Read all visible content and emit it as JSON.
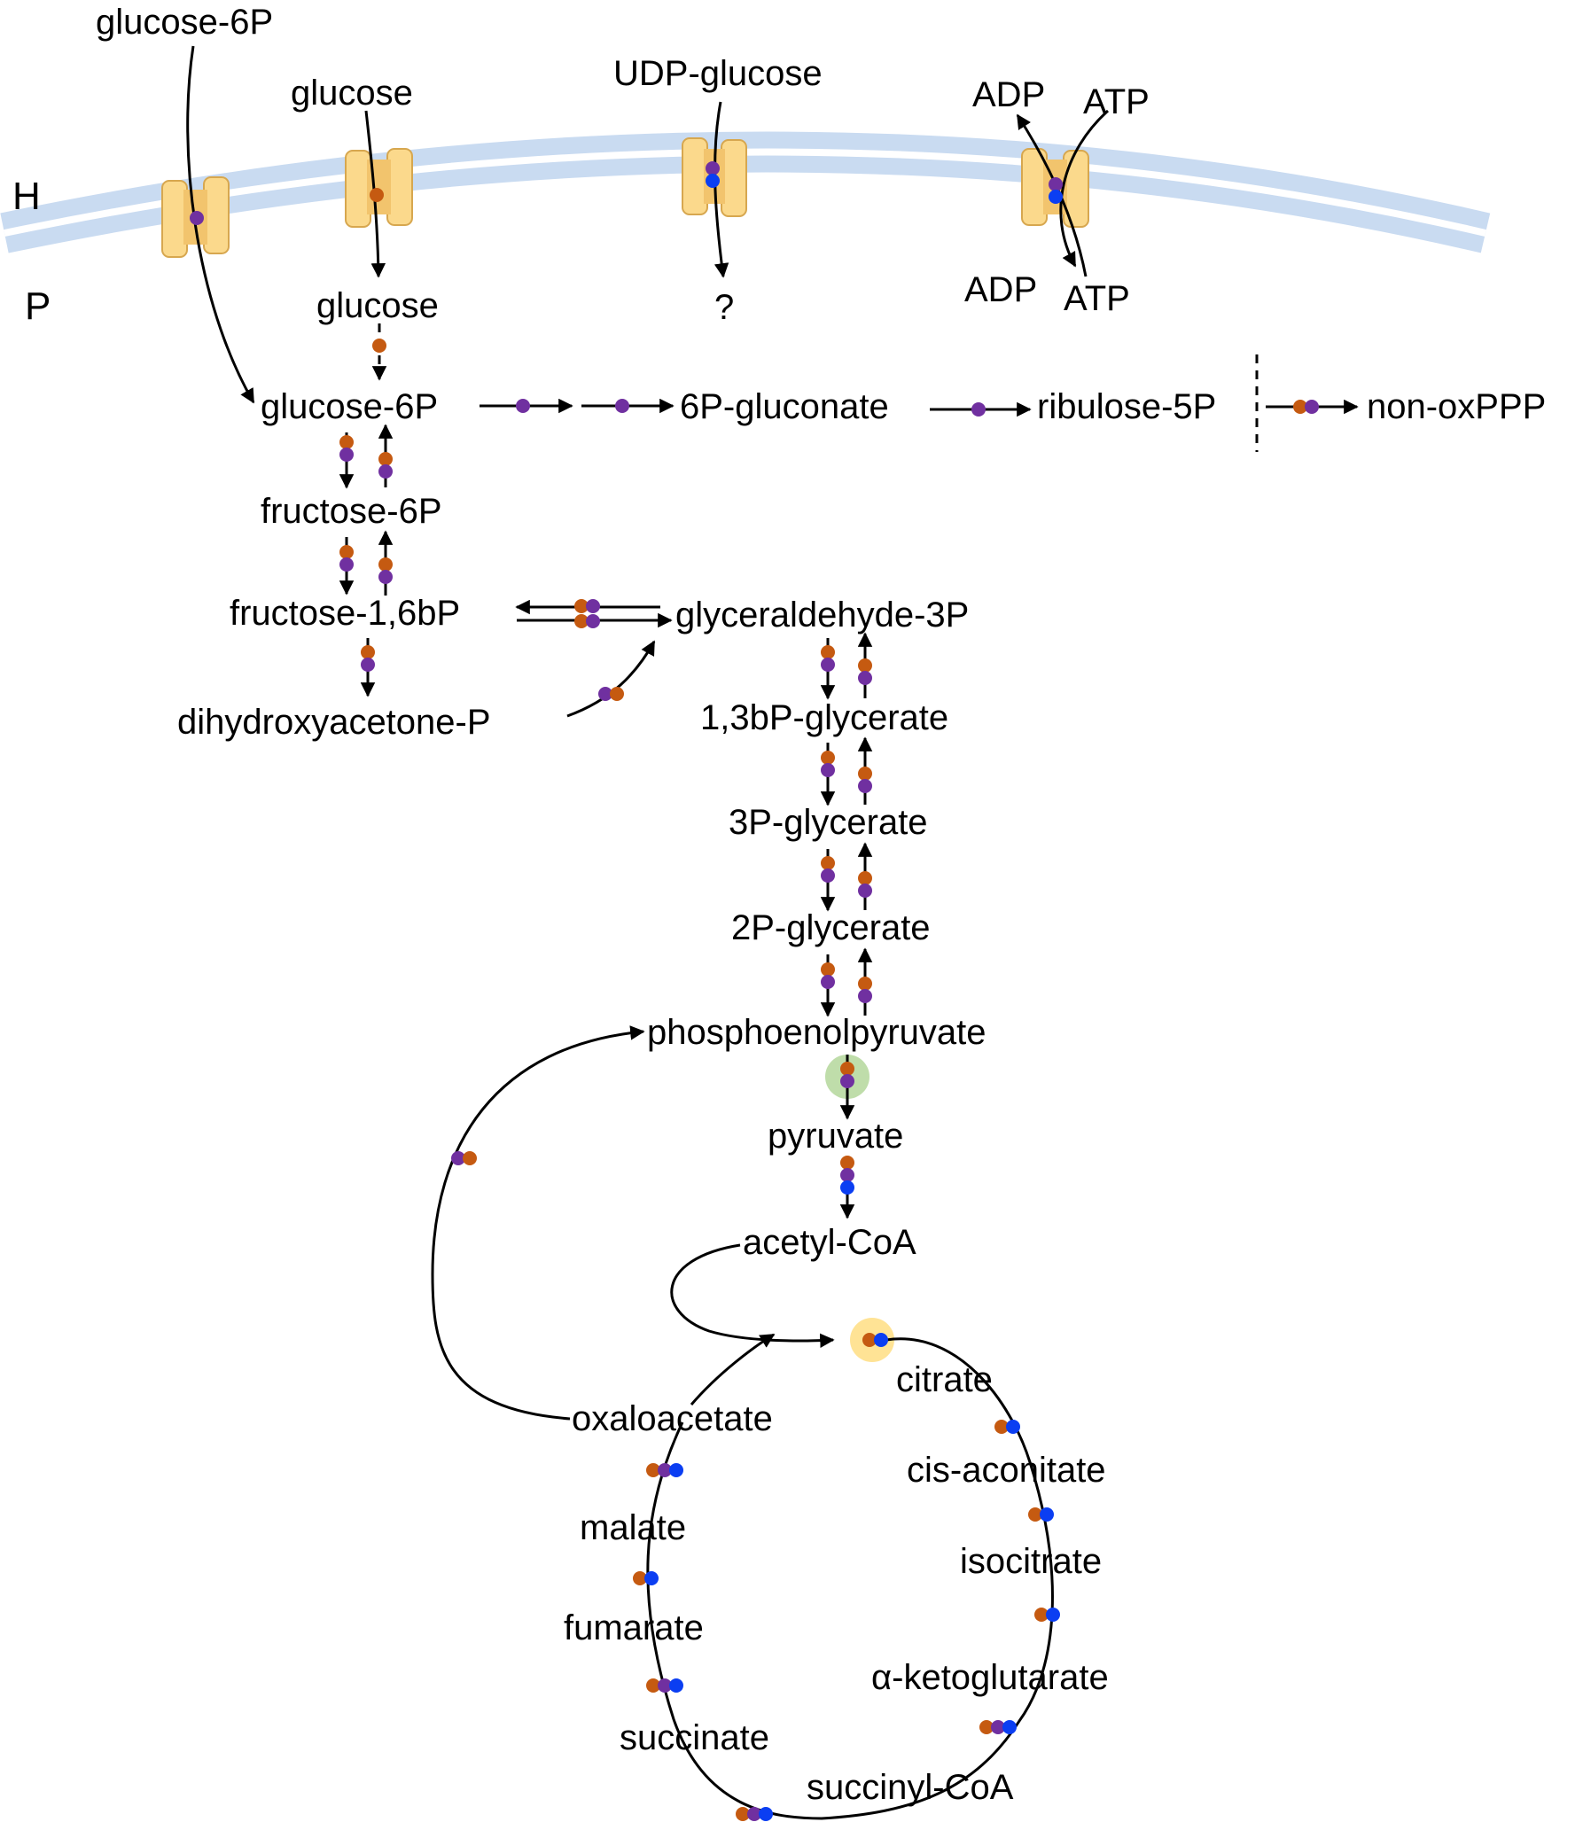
{
  "membrane": {
    "outer_label": "H",
    "inner_label": "P",
    "color": "#c9dbf1"
  },
  "transporters": [
    {
      "outside": "glucose-6P",
      "inside": "",
      "colors": [
        "#7030a0"
      ]
    },
    {
      "outside": "glucose",
      "inside": "glucose",
      "colors": [
        "#c55a11"
      ]
    },
    {
      "outside": "UDP-glucose",
      "inside": "?",
      "colors": [
        "#7030a0",
        "#0b3ef2"
      ]
    },
    {
      "outside": "ADP",
      "outside_2": "ATP",
      "inside": "ADP",
      "inside_2": "ATP",
      "colors": [
        "#7030a0",
        "#0b3ef2"
      ]
    }
  ],
  "metabolites": {
    "glucose_6p": "glucose-6P",
    "p6_gluconate": "6P-gluconate",
    "ribulose_5p": "ribulose-5P",
    "non_oxppp": "non-oxPPP",
    "fructose_6p": "fructose-6P",
    "fructose_16bp": "fructose-1,6bP",
    "glyceraldehyde_3p": "glyceraldehyde-3P",
    "dhap": "dihydroxyacetone-P",
    "bpg13": "1,3bP-glycerate",
    "pg3": "3P-glycerate",
    "pg2": "2P-glycerate",
    "pep": "phosphoenolpyruvate",
    "pyruvate": "pyruvate",
    "acetyl_coa": "acetyl-CoA",
    "citrate": "citrate",
    "cis_aconitate": "cis-aconitate",
    "isocitrate": "isocitrate",
    "akg": "α-ketoglutarate",
    "succinyl_coa": "succinyl-CoA",
    "succinate": "succinate",
    "fumarate": "fumarate",
    "malate": "malate",
    "oxaloacetate": "oxaloacetate"
  },
  "legend_colors": {
    "orange": "#c55a11",
    "purple": "#7030a0",
    "blue": "#0b3ef2",
    "highlight_green": "#a9d18e",
    "highlight_yellow": "#ffe08a"
  }
}
